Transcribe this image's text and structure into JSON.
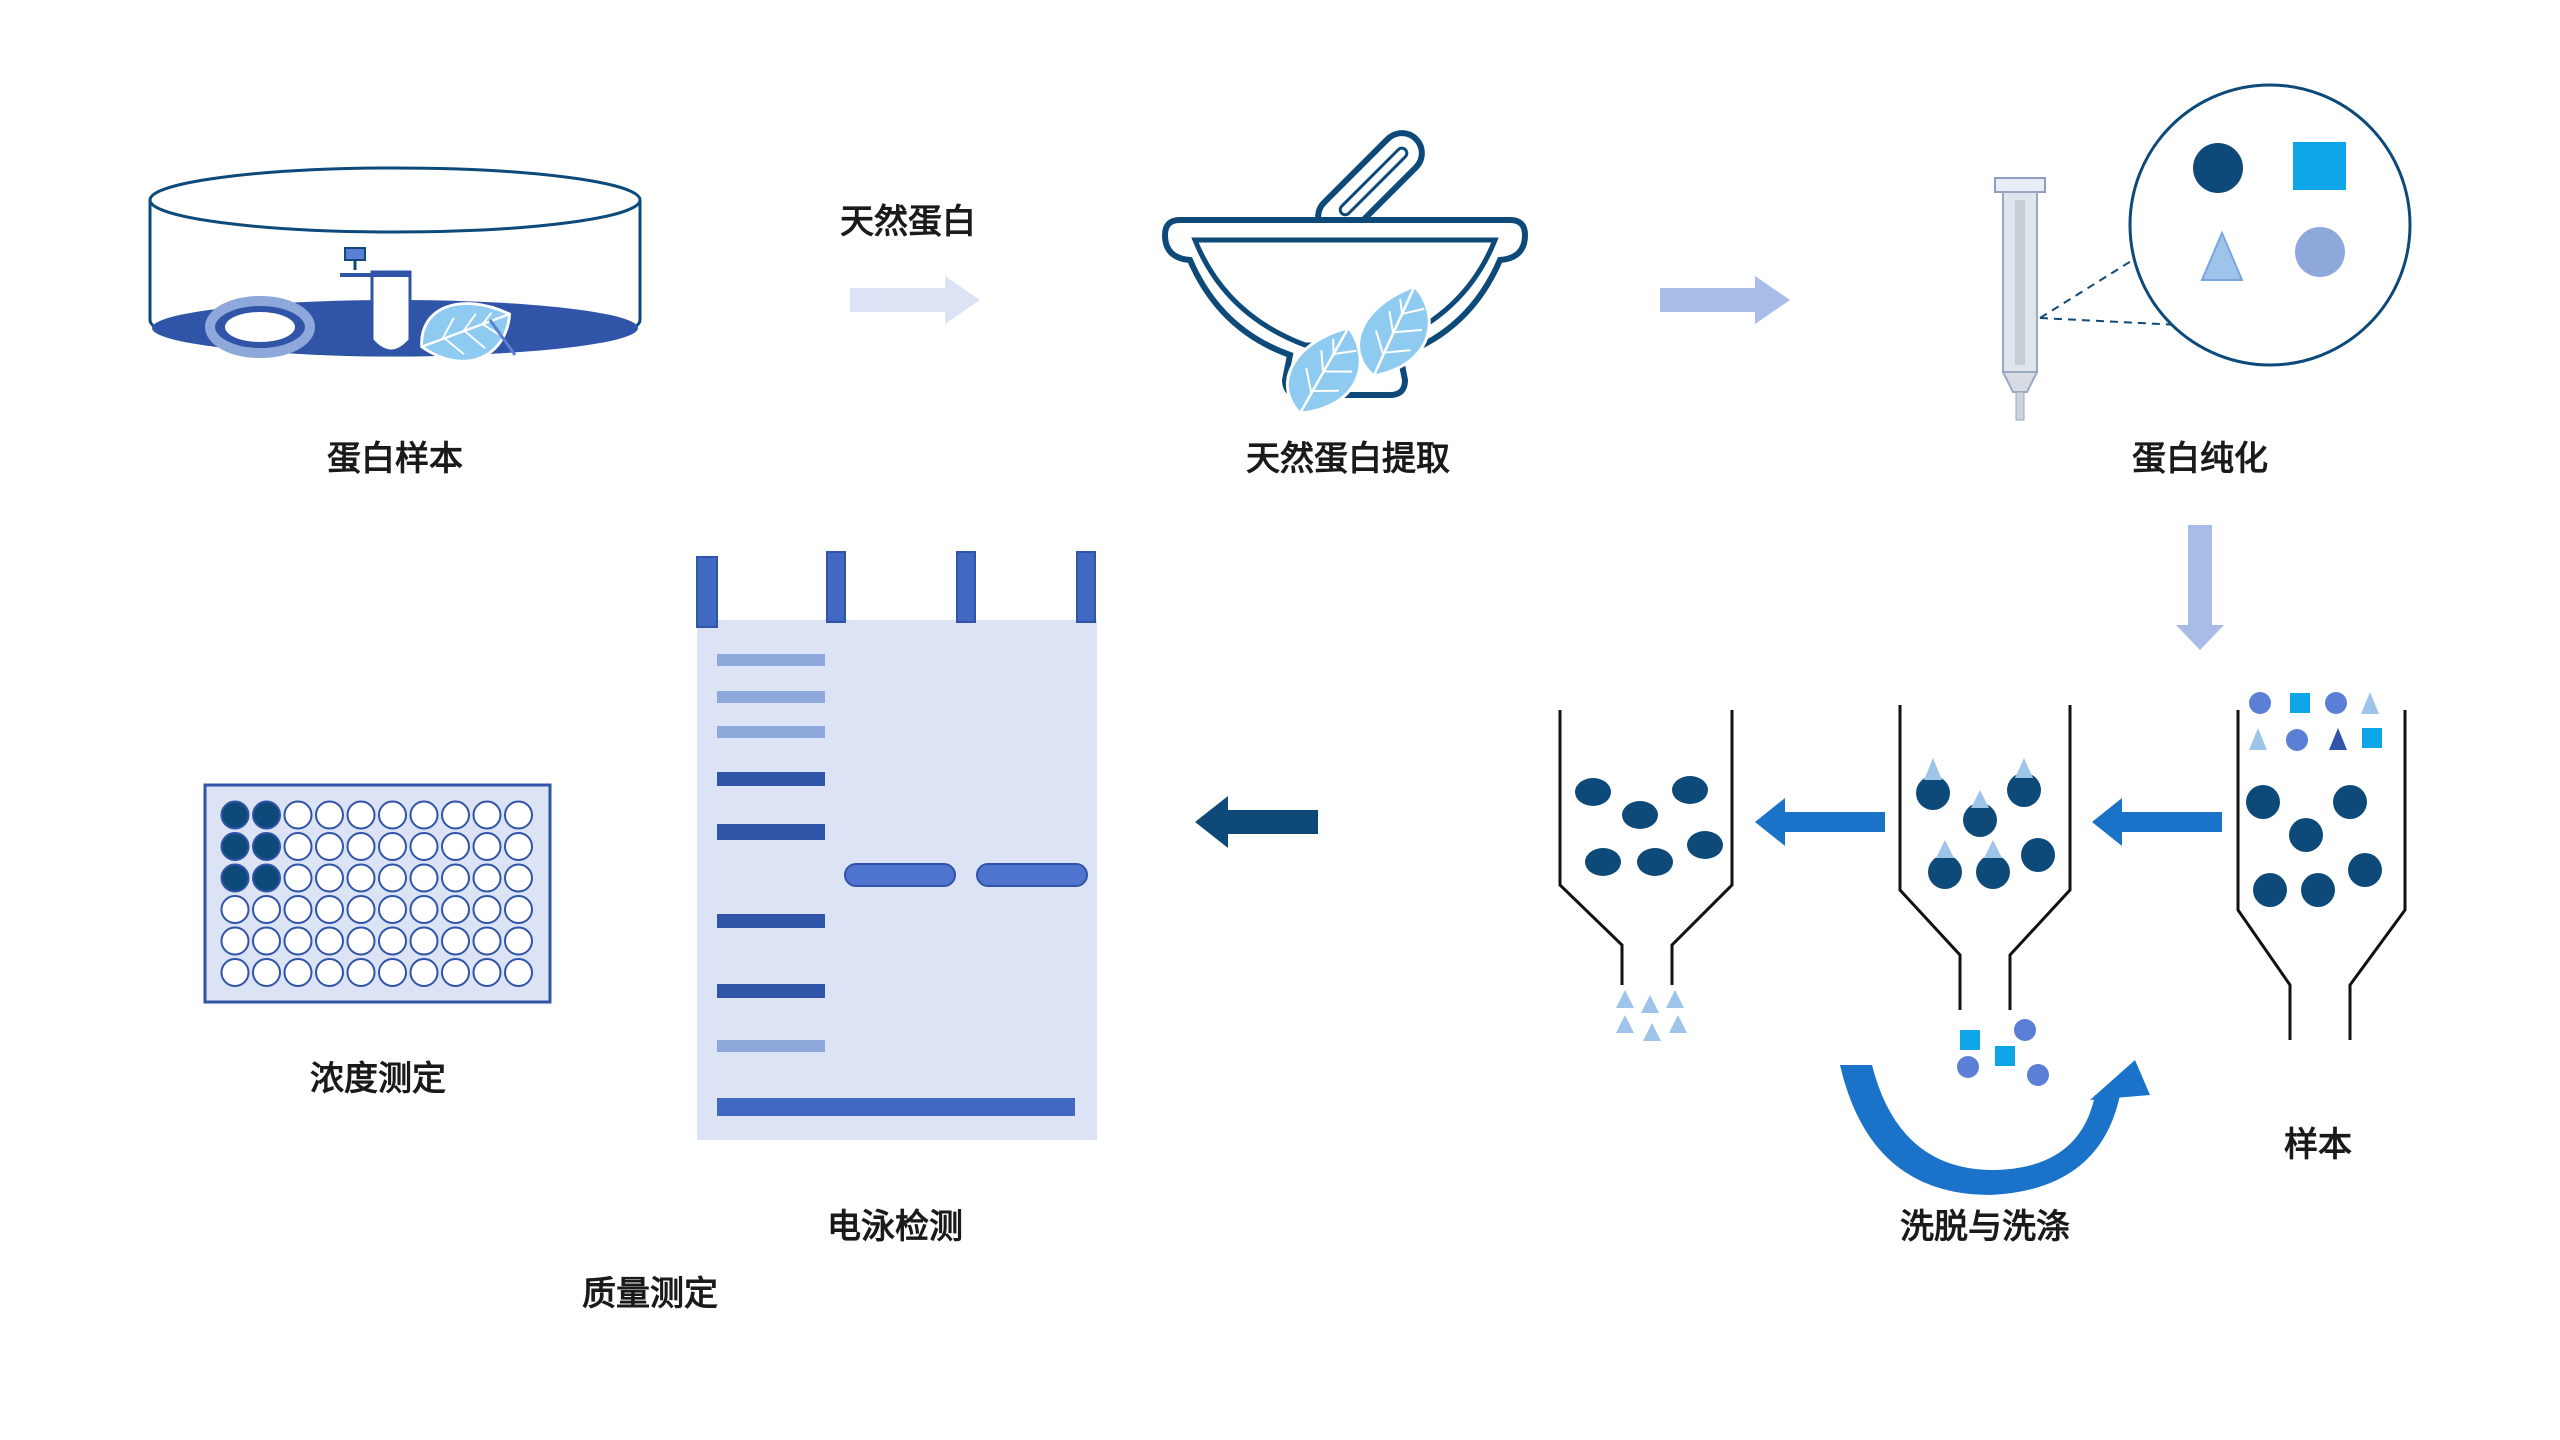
{
  "labels": {
    "protein_sample": "蛋白样本",
    "natural_protein": "天然蛋白",
    "natural_protein_extraction": "天然蛋白提取",
    "protein_purification": "蛋白纯化",
    "concentration_measurement": "浓度测定",
    "electrophoresis_detection": "电泳检测",
    "quality_measurement": "质量测定",
    "elution_and_wash": "洗脱与洗涤",
    "sample": "样本"
  },
  "colors": {
    "dark_navy": "#0d4a7a",
    "medium_blue": "#2f54a8",
    "light_blue": "#8ea8dc",
    "pale_blue": "#dbe3f5",
    "cyan": "#0ea5e9",
    "accent_blue": "#1a73c8",
    "periwinkle": "#5b7fd6"
  }
}
